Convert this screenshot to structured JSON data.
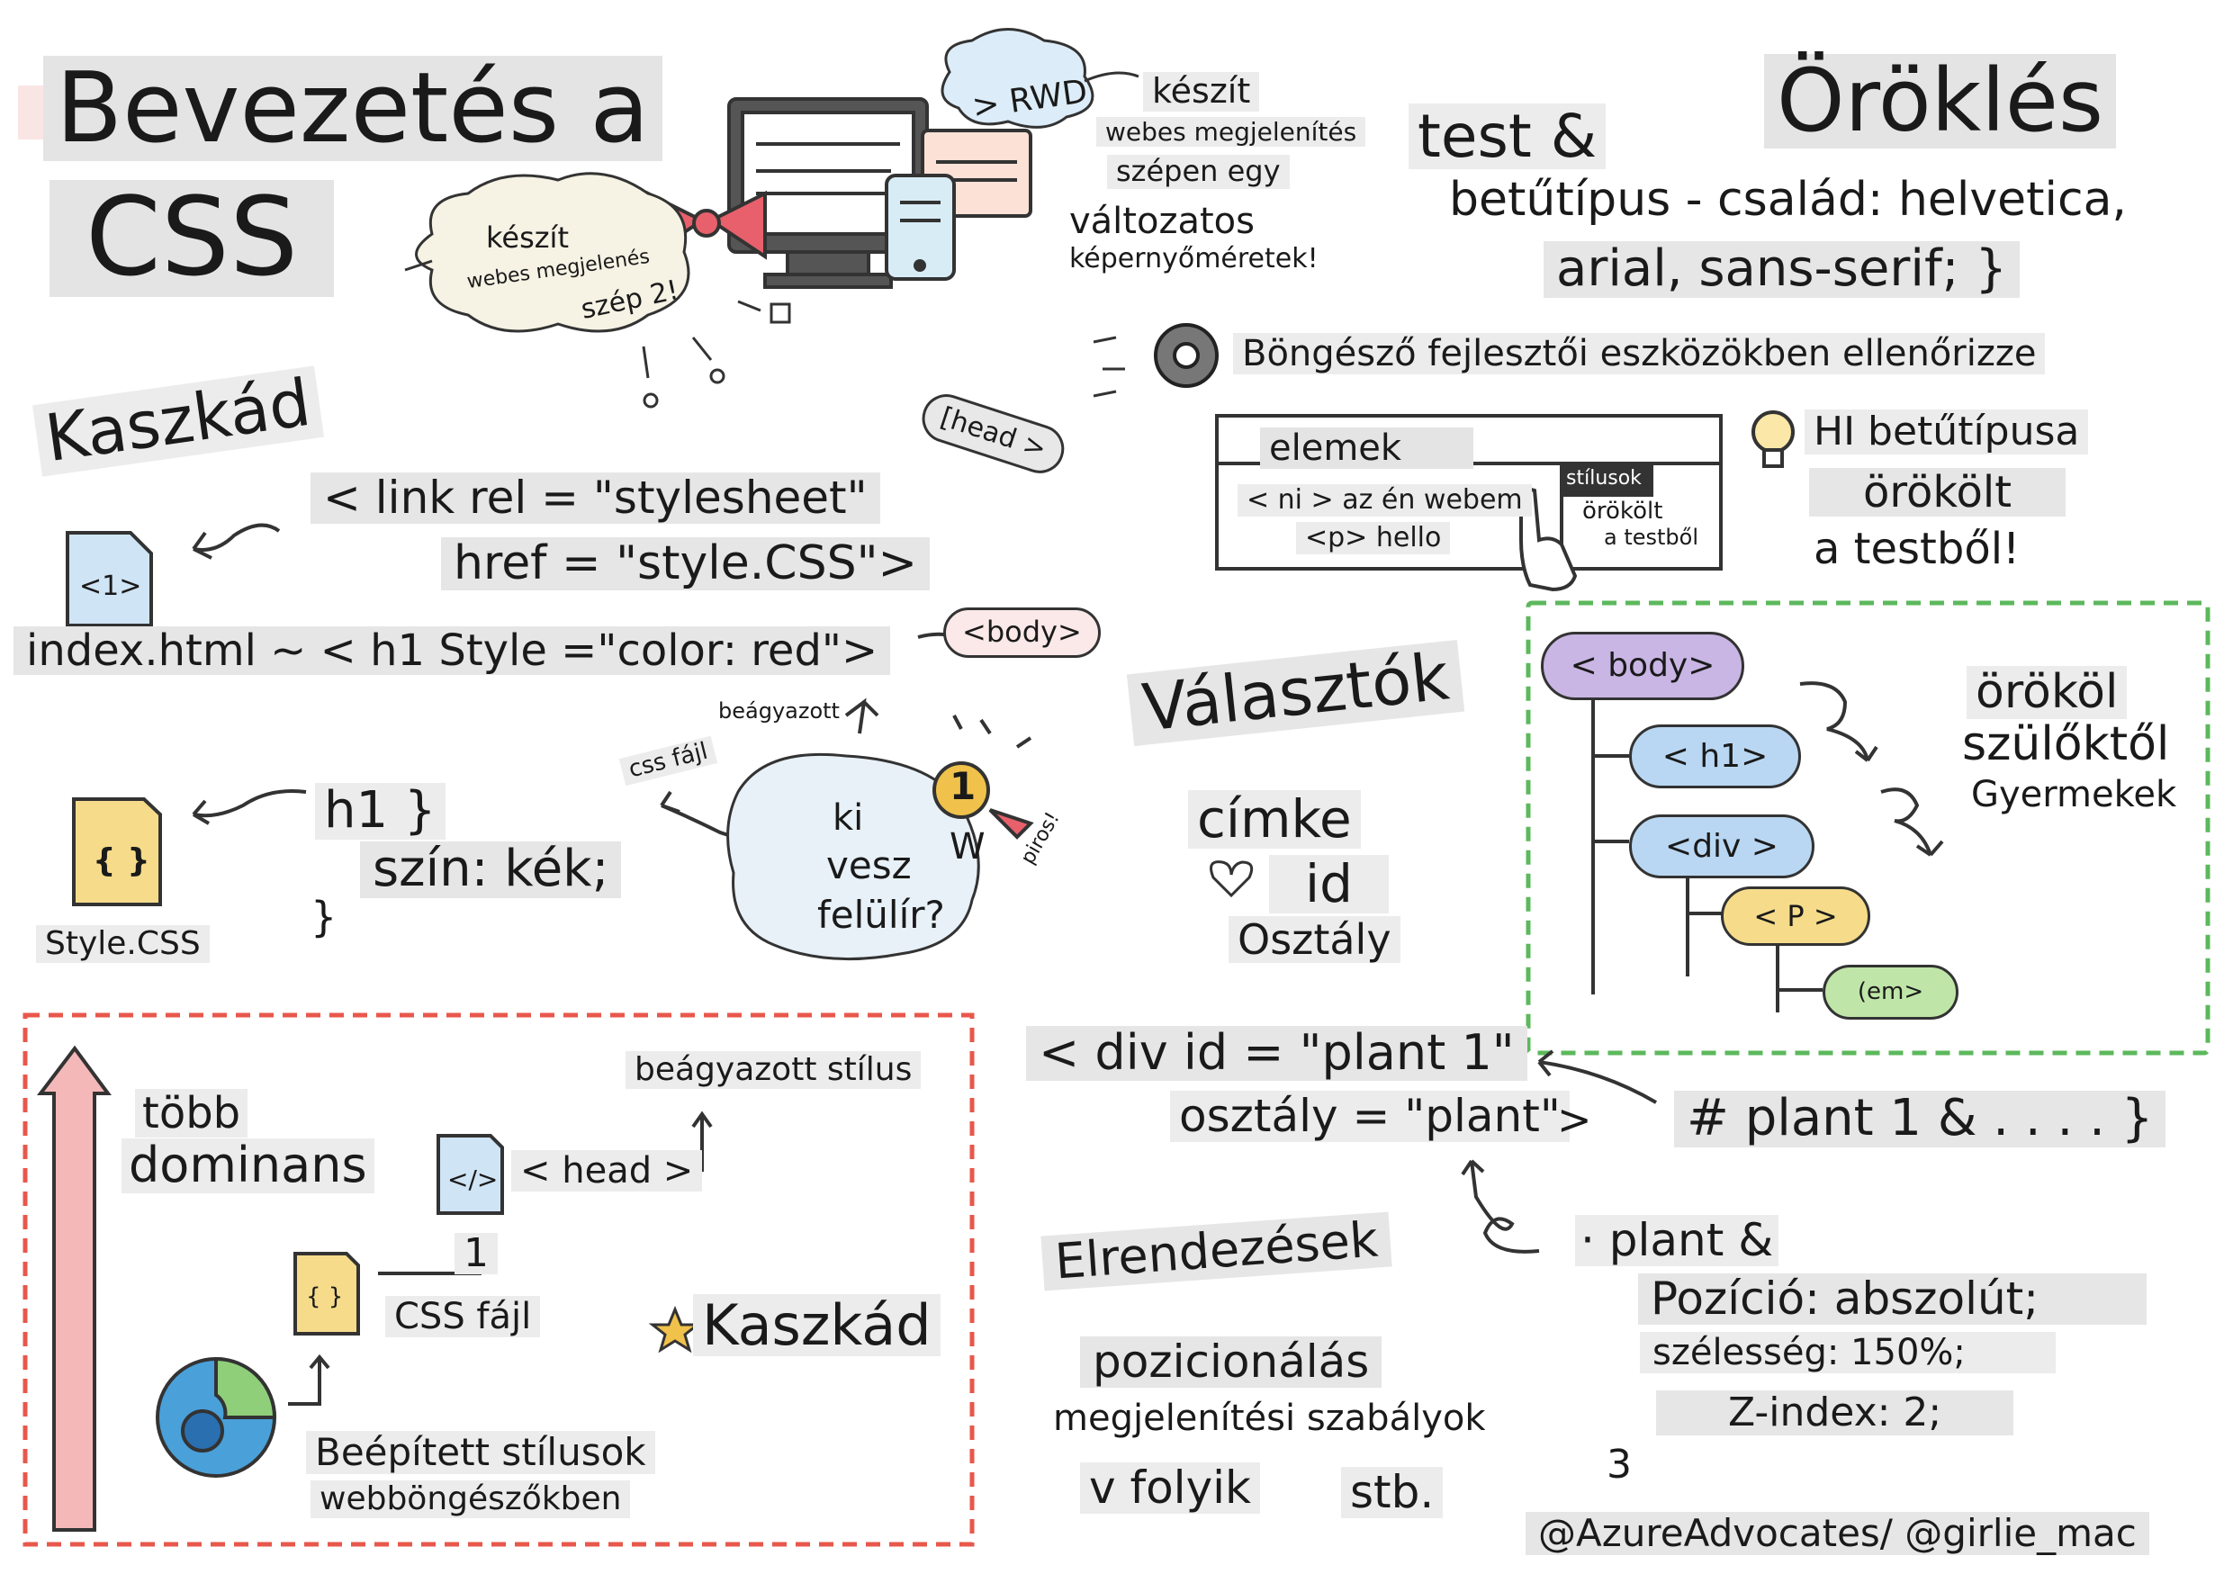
{
  "title": {
    "line1": "Bevezetés a",
    "line2": "CSS"
  },
  "rwd_cloud": {
    "rwd": "> RWD",
    "make": "készít",
    "web": "webes megjelenítés",
    "nice_one": "szépen egy",
    "varied": "változatos",
    "screens": "képernyőméretek!"
  },
  "left_cloud": {
    "make": "készít",
    "web": "webes megjelenés",
    "nice": "szép 2!"
  },
  "cascade": {
    "heading": "Kaszkád",
    "head_bubble": "[head >",
    "link_line1": "< link rel = \"stylesheet\"",
    "link_line2": "href = \"style.CSS\">",
    "file_icon_label": "<1>",
    "inline_line": "index.html ~ < h1 Style =\"color: red\">",
    "body_bubble": "<body>",
    "embedded": "beágyazott",
    "css_file": "css fájl",
    "css_rule_open": "h1 }",
    "css_rule_prop": "szín: kék;",
    "css_rule_close": "}",
    "style_file_name": "Style.CSS",
    "winner_q1": "ki",
    "winner_q2": "vesz",
    "winner_q3": "felülír?",
    "w_label": "W",
    "red_label": "piros!",
    "medal_number": "1"
  },
  "precedence_box": {
    "more": "több",
    "dominant": "dominans",
    "embedded_style": "beágyazott stílus",
    "head_tag": "< head >",
    "one": "1",
    "css_file": "CSS fájl",
    "cascade": "Kaszkád",
    "builtin1": "Beépített stílusok",
    "builtin2": "webböngészőkben",
    "code_icon": "</>",
    "braces_icon": "{ }"
  },
  "inheritance": {
    "heading": "Öröklés",
    "test": "test &",
    "font_line1": "betűtípus - család: helvetica,",
    "font_line2": "arial, sans-serif; }",
    "devtools": "Böngésző fejlesztői eszközökben ellenőrizze",
    "panel_elements": "elemek",
    "panel_styles": "stílusok",
    "panel_inherited1": "örökölt",
    "panel_inherited2": "a testből",
    "panel_row1": "< ni > az én webem",
    "panel_row2": "<p> hello",
    "hi_font1": "HI betűtípusa",
    "hi_font2": "örökölt",
    "hi_font3": "a testből!"
  },
  "tree": {
    "body": "< body>",
    "h1": "< h1>",
    "div": "<div >",
    "p": "< P >",
    "em": "(em>",
    "inherits": "örököl",
    "from_parents": "szülőktől",
    "children": "Gyermekek"
  },
  "selectors": {
    "heading": "Választók",
    "tag": "címke",
    "id": "id",
    "class": "Osztály",
    "div_line1": "< div id = \"plant 1\"",
    "div_line2": "osztály = \"plant\"",
    "div_close": ">",
    "id_rule": "# plant 1 & . . . . }"
  },
  "layouts": {
    "heading": "Elrendezések",
    "positioning": "pozicionálás",
    "display_rules": "megjelenítési szabályok",
    "flow": "v folyik",
    "etc": "stb.",
    "plant_rule": "· plant &",
    "position": "Pozíció: abszolút;",
    "width": "szélesség: 150%;",
    "zindex": "Z-index: 2;",
    "three": "3"
  },
  "credit": "@AzureAdvocates/ @girlie_mac",
  "colors": {
    "red_bow": "#e8606b",
    "pill_purple": "#c9b6e4",
    "pill_blue": "#b9d7f2",
    "pill_yellow": "#f6dc8a",
    "pill_green": "#bfe6a8",
    "green_dash": "#5cb85c",
    "red_dash": "#e8574b",
    "arrow_pink": "#f5b8b8"
  }
}
